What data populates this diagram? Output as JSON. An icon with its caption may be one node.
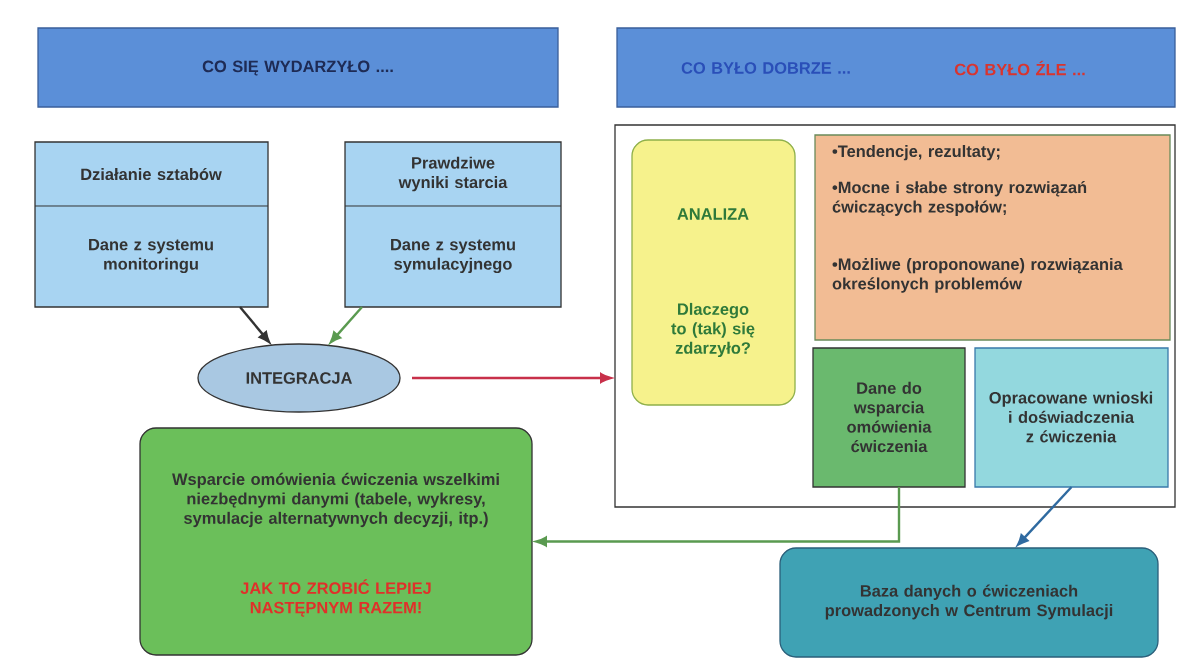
{
  "diagram": {
    "nodes": [
      {
        "text": [
          "CO SIĘ WYDARZYŁO ...."
        ]
      },
      {
        "text": [
          "CO BYŁO DOBRZE ...",
          "CO BYŁO ŹLE ..."
        ]
      },
      {
        "text": [
          "Działanie sztabów",
          "Dane z systemu monitoringu"
        ]
      },
      {
        "text": [
          "Prawdziwe wyniki starcia",
          "Dane z systemu symulacyjnego"
        ]
      },
      {
        "text": [
          "INTEGRACJA"
        ]
      },
      {
        "text": [],
        "shape": "box"
      },
      {
        "text": [
          "ANALIZA",
          "Dlaczego to (tak) się zdarzyło?"
        ],
        "in": 5
      },
      {
        "text": [
          "•Tendencje, rezultaty;",
          "•Mocne i słabe strony rozwiązań ćwiczących zespołów;",
          "•Możliwe (proponowane) rozwiązania określonych problemów"
        ],
        "in": 5
      },
      {
        "text": [
          "Dane do wsparcia omówienia ćwiczenia"
        ],
        "in": 5
      },
      {
        "text": [
          "Opracowane wnioski i doświadczenia z ćwiczenia"
        ],
        "in": 5
      },
      {
        "text": [
          "Wsparcie omówienia ćwiczenia wszelkimi niezbędnymi danymi (tabele, wykresy, symulacje alternatywnych decyzji, itp.)",
          "JAK TO ZROBIĆ LEPIEJ NASTĘPNYM RAZEM!"
        ]
      },
      {
        "text": [
          "Baza danych o ćwiczeniach prowadzonych w Centrum Symulacji"
        ]
      }
    ],
    "edges": [
      {
        "from": 2,
        "to": 4,
        "arrow": "to",
        "color": "#333333"
      },
      {
        "from": 3,
        "to": 4,
        "arrow": "to",
        "color": "#5a9a50"
      },
      {
        "from": 4,
        "to": 5,
        "arrow": "to",
        "color": "#c8304a"
      },
      {
        "from": 8,
        "to": 10,
        "arrow": "to",
        "color": "#5a9a50"
      },
      {
        "from": 9,
        "to": 11,
        "arrow": "to",
        "color": "#2f6aa0"
      }
    ]
  }
}
